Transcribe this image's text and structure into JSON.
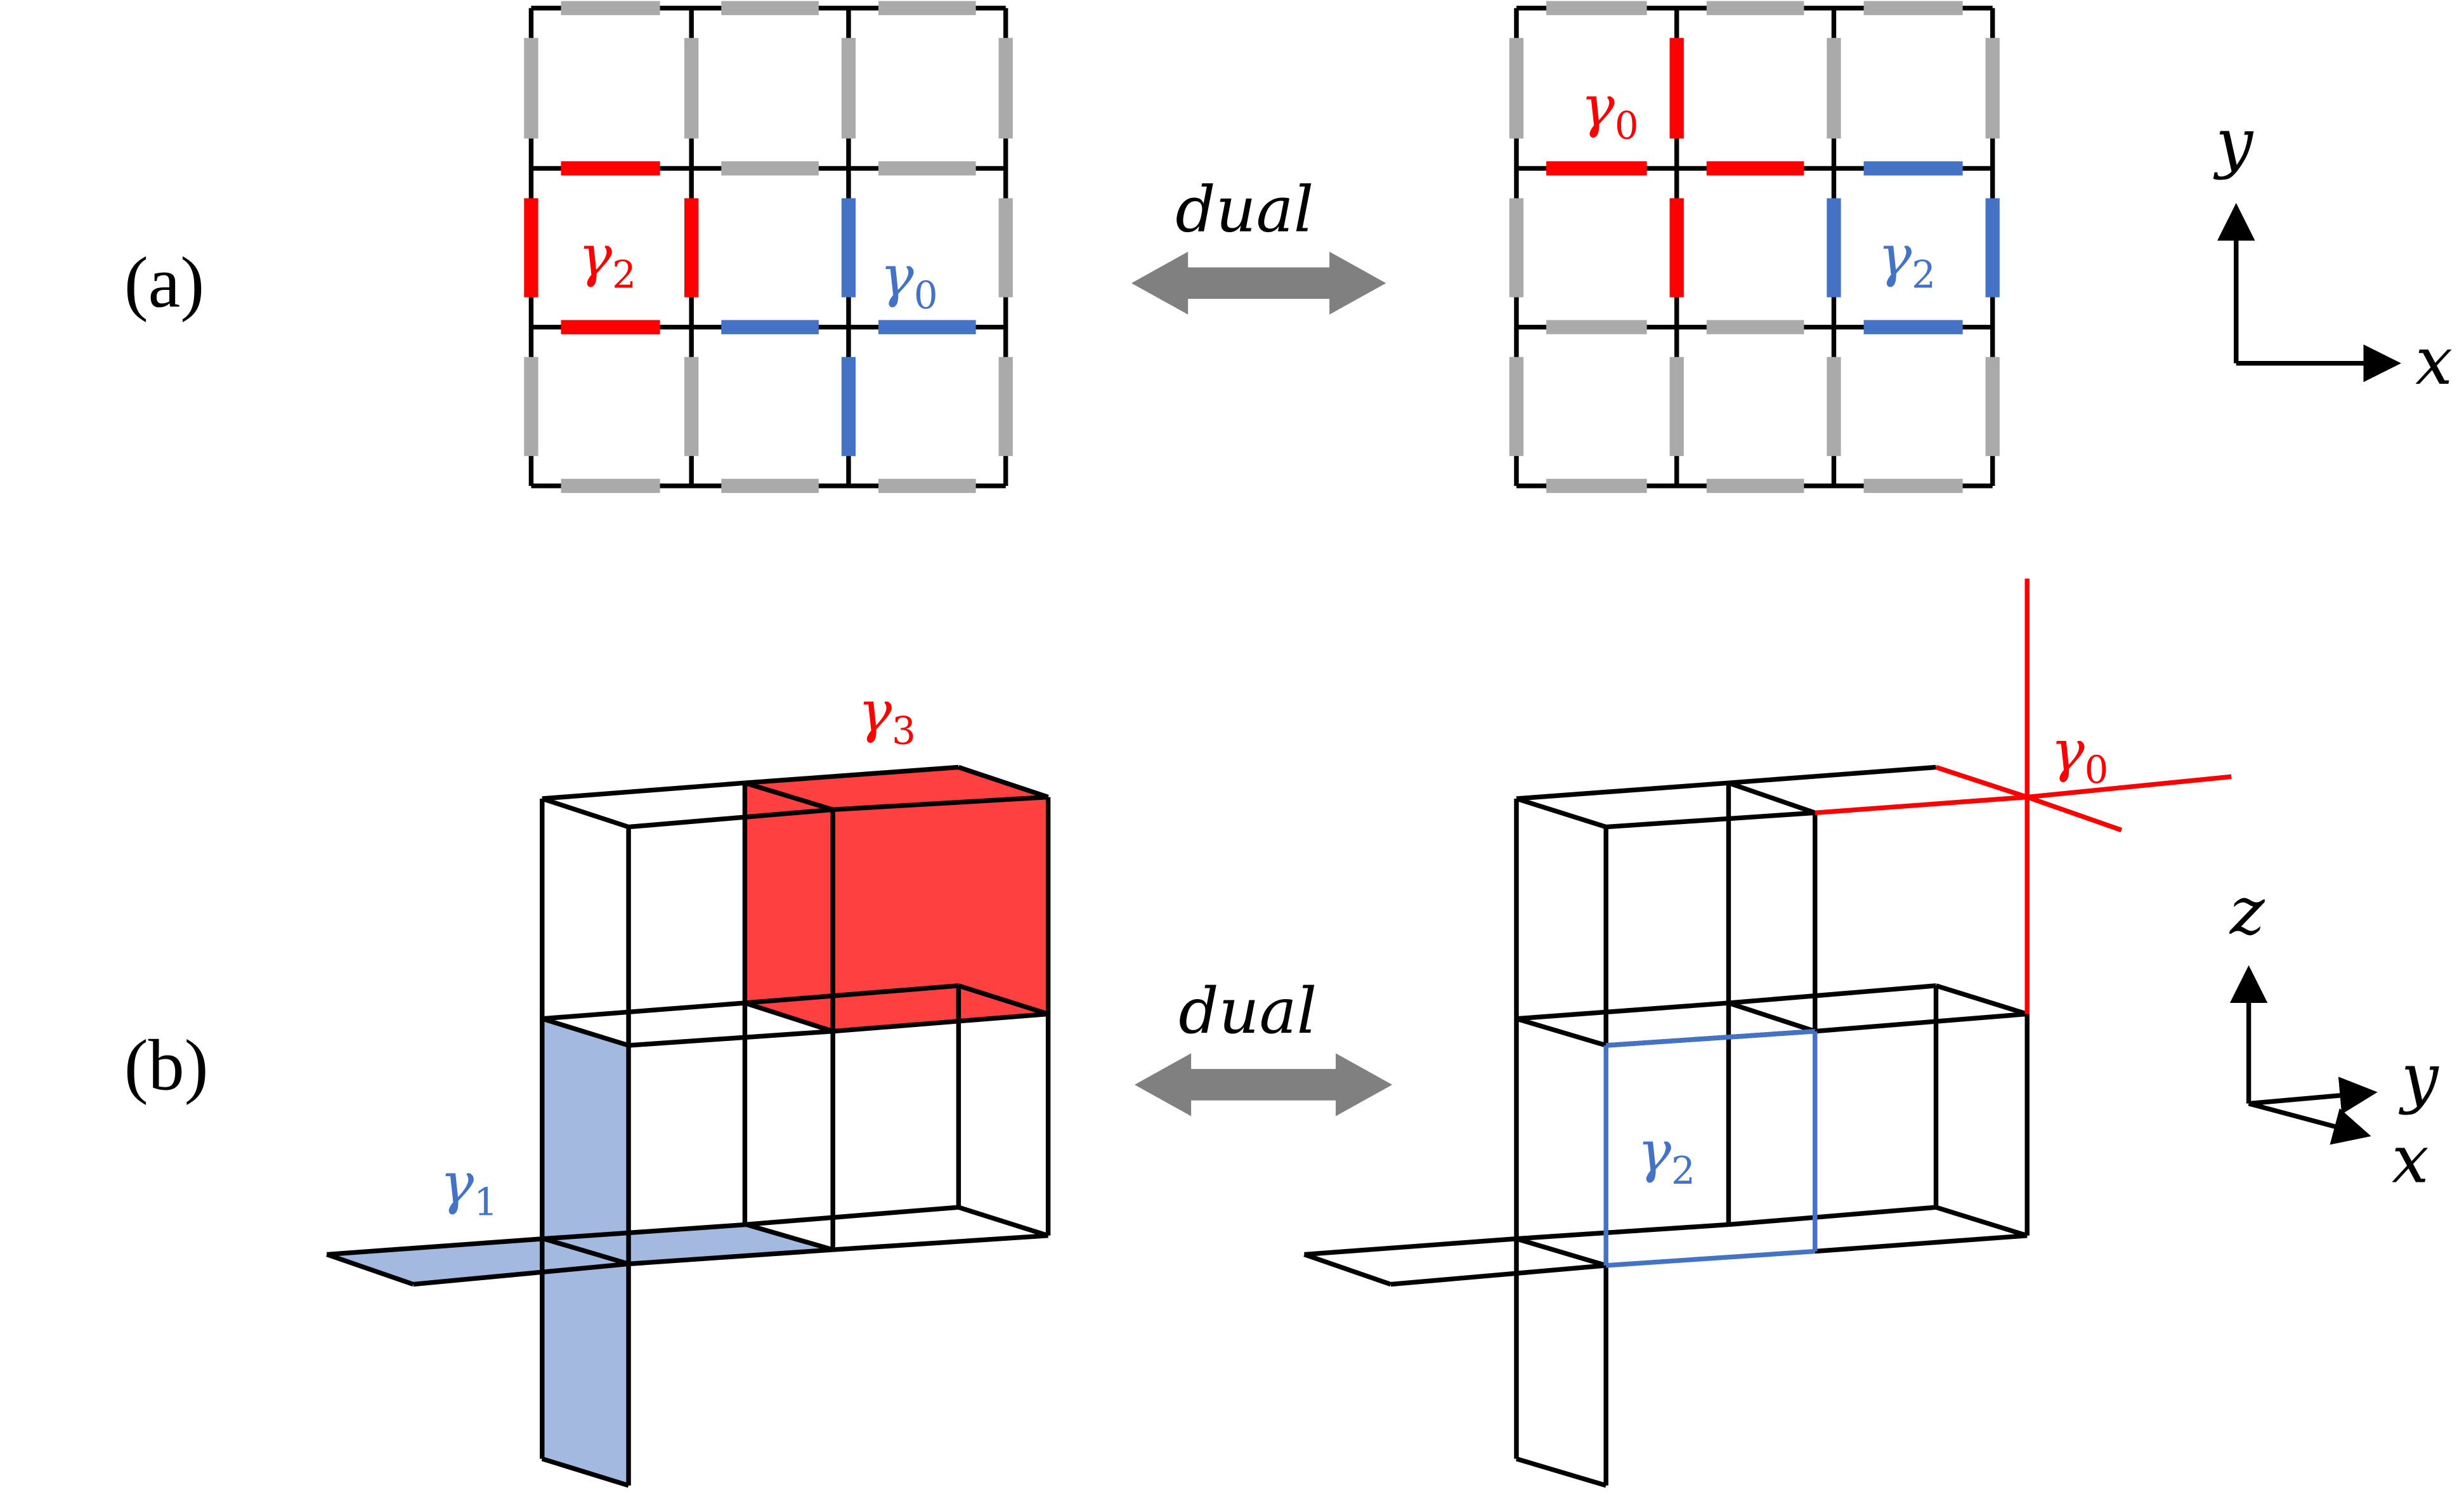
{
  "panel_a": {
    "label": "(a)",
    "arrow_label": "dual",
    "left": {
      "red_label": "γ",
      "red_sub": "2",
      "blue_label": "γ",
      "blue_sub": "0"
    },
    "right": {
      "red_label": "γ",
      "red_sub": "0",
      "blue_label": "γ",
      "blue_sub": "2"
    },
    "axes": {
      "x": "x",
      "y": "y"
    }
  },
  "panel_b": {
    "label": "(b)",
    "arrow_label": "dual",
    "left": {
      "red_label": "γ",
      "red_sub": "3",
      "blue_label": "γ",
      "blue_sub": "1"
    },
    "right": {
      "red_label": "γ",
      "red_sub": "0",
      "blue_label": "γ",
      "blue_sub": "2"
    },
    "axes": {
      "x": "x",
      "y": "y",
      "z": "z"
    }
  },
  "colors": {
    "red": "#ff0000",
    "blue": "#4472c4",
    "gray": "#aaaaaa",
    "red_fill": "#ff4040",
    "blue_fill": "#a3b9e0",
    "arrow": "#808080"
  }
}
